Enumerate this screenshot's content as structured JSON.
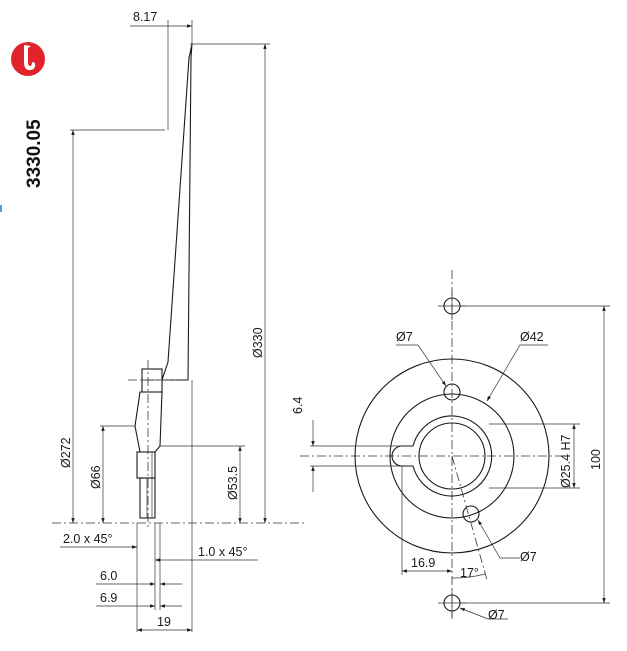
{
  "product": {
    "code": "3330.05",
    "brand_color": "#e1232b",
    "logo_icon": "saxophone-icon"
  },
  "side_view": {
    "labels": {
      "top_offset": "8.17",
      "dia_330": "Ø330",
      "dia_272": "Ø272",
      "dia_66": "Ø66",
      "dia_53_5": "Ø53.5",
      "chamfer_2": "2.0 x 45°",
      "chamfer_1": "1.0 x 45°",
      "w_6_0": "6.0",
      "w_6_9": "6.9",
      "w_19": "19"
    }
  },
  "front_view": {
    "labels": {
      "dia_7_a": "Ø7",
      "dia_42": "Ø42",
      "offset_6_4": "6.4",
      "bore": "Ø25.4 H7",
      "height_100": "100",
      "dist_16_9": "16.9",
      "angle_17": "17°",
      "dia_7_b": "Ø7",
      "dia_7_c": "Ø7"
    }
  }
}
